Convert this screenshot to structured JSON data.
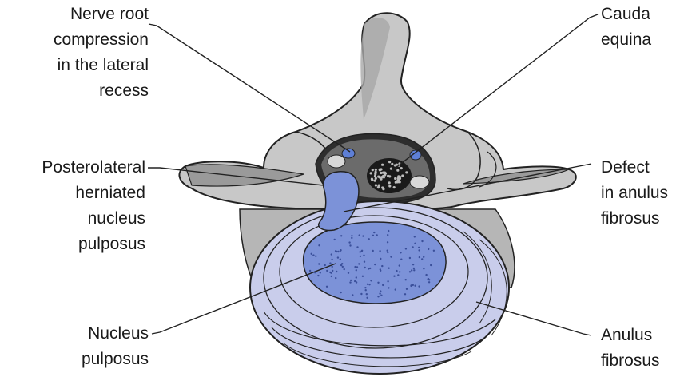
{
  "labels": {
    "nerve_root": [
      "Nerve root",
      "compression",
      "in  the lateral",
      "recess"
    ],
    "cauda_equina": [
      "Cauda",
      "equina"
    ],
    "posterolateral": [
      "Posterolateral",
      "herniated",
      "nucleus",
      "pulposus"
    ],
    "defect": [
      "Defect",
      "in anulus",
      "fibrosus"
    ],
    "nucleus": [
      "Nucleus",
      "pulposus"
    ],
    "anulus": [
      "Anulus",
      "fibrosus"
    ]
  },
  "colors": {
    "bone": "#c8c8c8",
    "bone_dark": "#9a9a9a",
    "disc": "#c9cdeb",
    "nucleus": "#7c92d8",
    "nerve": "#5e7fd6",
    "outline": "#222222"
  }
}
